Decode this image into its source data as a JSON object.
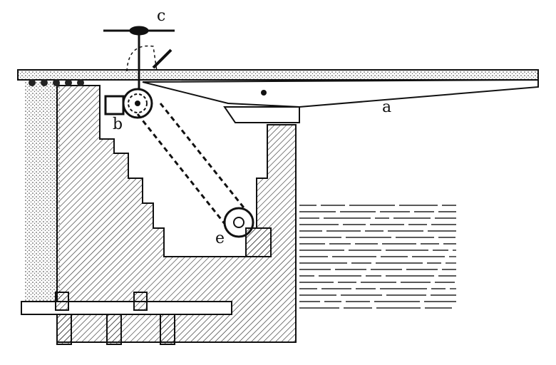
{
  "figure": {
    "labels": {
      "a": "a",
      "b": "b",
      "c": "c",
      "e": "e"
    },
    "colors": {
      "ink": "#1a1a1a",
      "paper": "#ffffff"
    }
  }
}
